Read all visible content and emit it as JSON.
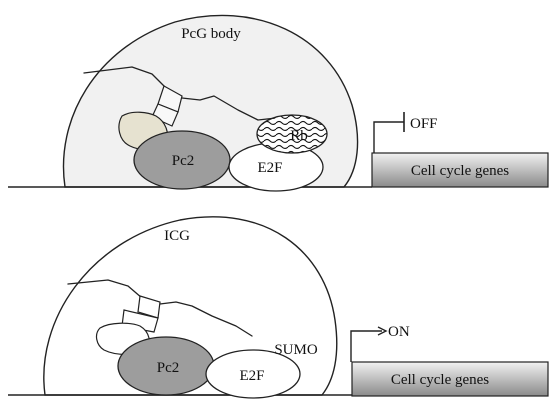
{
  "top_panel": {
    "body_label": "PcG body",
    "pc2_label": "Pc2",
    "e2f_label": "E2F",
    "rb_label": "Rb",
    "status_label": "OFF",
    "gene_label": "Cell cycle genes"
  },
  "bottom_panel": {
    "body_label": "ICG",
    "pc2_label": "Pc2",
    "e2f_label": "E2F",
    "sumo_label": "SUMO",
    "status_label": "ON",
    "gene_label": "Cell cycle genes"
  },
  "colors": {
    "body_fill": "#f1f1f1",
    "pc2_fill": "#9d9d9d",
    "cofactor_fill": "#e6e2d0",
    "gene_fill_light": "#f2f2f2",
    "gene_fill_dark": "#8a8a8a",
    "outline": "#222222"
  }
}
